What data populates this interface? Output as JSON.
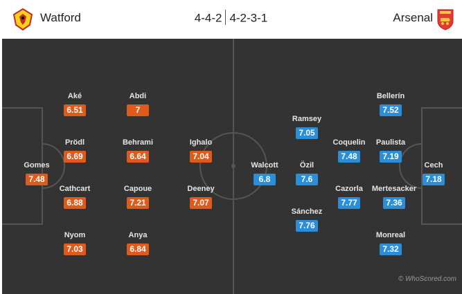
{
  "header": {
    "home_team": "Watford",
    "away_team": "Arsenal",
    "home_formation": "4-4-2",
    "away_formation": "4-2-3-1"
  },
  "colors": {
    "home_rating": "#e05a1c",
    "away_rating": "#2a8fd8",
    "pitch": "#333333",
    "lines": "#555555"
  },
  "home_players": [
    {
      "name": "Gomes",
      "rating": "7.48"
    },
    {
      "name": "Aké",
      "rating": "6.51"
    },
    {
      "name": "Prödl",
      "rating": "6.69"
    },
    {
      "name": "Cathcart",
      "rating": "6.88"
    },
    {
      "name": "Nyom",
      "rating": "7.03"
    },
    {
      "name": "Abdi",
      "rating": "7"
    },
    {
      "name": "Behrami",
      "rating": "6.64"
    },
    {
      "name": "Capoue",
      "rating": "7.21"
    },
    {
      "name": "Anya",
      "rating": "6.84"
    },
    {
      "name": "Ighalo",
      "rating": "7.04"
    },
    {
      "name": "Deeney",
      "rating": "7.07"
    }
  ],
  "away_players": [
    {
      "name": "Cech",
      "rating": "7.18"
    },
    {
      "name": "Bellerín",
      "rating": "7.52"
    },
    {
      "name": "Paulista",
      "rating": "7.19"
    },
    {
      "name": "Mertesacker",
      "rating": "7.36"
    },
    {
      "name": "Monreal",
      "rating": "7.32"
    },
    {
      "name": "Coquelin",
      "rating": "7.48"
    },
    {
      "name": "Cazorla",
      "rating": "7.77"
    },
    {
      "name": "Ramsey",
      "rating": "7.05"
    },
    {
      "name": "Özil",
      "rating": "7.6"
    },
    {
      "name": "Sánchez",
      "rating": "7.76"
    },
    {
      "name": "Walcott",
      "rating": "6.8"
    }
  ],
  "credit": "© WhoScored.com"
}
